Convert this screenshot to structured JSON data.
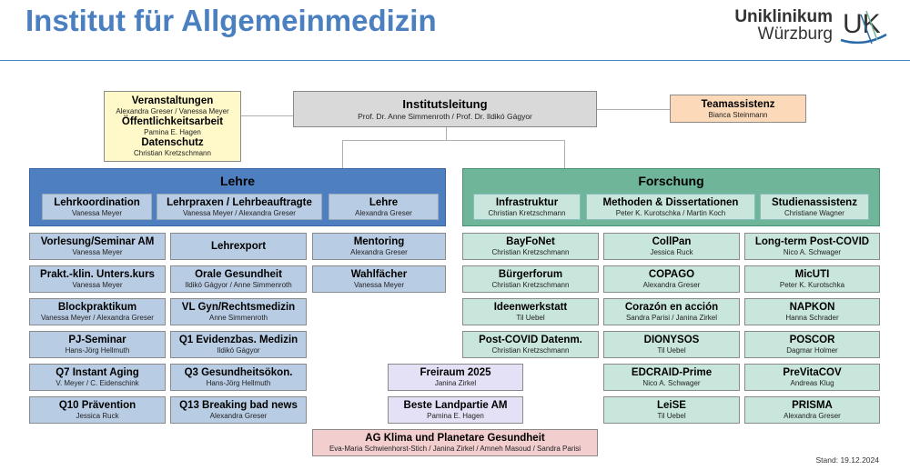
{
  "header": {
    "title": "Institut für Allgemeinmedizin",
    "logo_line1": "Uniklinikum",
    "logo_line2": "Würzburg",
    "logo_mark": "UK"
  },
  "left_top": {
    "items": [
      {
        "title": "Veranstaltungen",
        "names": "Alexandra Greser / Vanessa Meyer"
      },
      {
        "title": "Öffentlichkeitsarbeit",
        "names": "Pamina E. Hagen"
      },
      {
        "title": "Datenschutz",
        "names": "Christian Kretzschmann"
      }
    ]
  },
  "leitung": {
    "title": "Institutsleitung",
    "names": "Prof. Dr. Anne Simmenroth / Prof. Dr. Ildikó Gágyor"
  },
  "team": {
    "title": "Teamassistenz",
    "names": "Bianca Steinmann"
  },
  "lehre": {
    "title": "Lehre",
    "subs": [
      {
        "title": "Lehrkoordination",
        "names": "Vanessa Meyer"
      },
      {
        "title": "Lehrpraxen / Lehrbeauftragte",
        "names": "Vanessa Meyer / Alexandra Greser"
      },
      {
        "title": "Lehre",
        "names": "Alexandra Greser"
      }
    ],
    "col1": [
      {
        "title": "Vorlesung/Seminar AM",
        "names": "Vanessa Meyer"
      },
      {
        "title": "Prakt.-klin. Unters.kurs",
        "names": "Vanessa Meyer"
      },
      {
        "title": "Blockpraktikum",
        "names": "Vanessa Meyer / Alexandra Greser"
      },
      {
        "title": "PJ-Seminar",
        "names": "Hans-Jörg Hellmuth"
      },
      {
        "title": "Q7 Instant Aging",
        "names": "V. Meyer / C. Eidenschink"
      },
      {
        "title": "Q10 Prävention",
        "names": "Jessica Ruck"
      }
    ],
    "col2": [
      {
        "title": "Lehrexport",
        "names": ""
      },
      {
        "title": "Orale Gesundheit",
        "names": "Ildikó Gágyor / Anne Simmenroth"
      },
      {
        "title": "VL Gyn/Rechtsmedizin",
        "names": "Anne Simmenroth"
      },
      {
        "title": "Q1 Evidenzbas. Medizin",
        "names": "Ildikó Gágyor"
      },
      {
        "title": "Q3 Gesundheitsökon.",
        "names": "Hans-Jörg Hellmuth"
      },
      {
        "title": "Q13 Breaking bad news",
        "names": "Alexandra Greser"
      }
    ],
    "col3": [
      {
        "title": "Mentoring",
        "names": "Alexandra Greser"
      },
      {
        "title": "Wahlfächer",
        "names": "Vanessa Meyer"
      }
    ]
  },
  "forschung": {
    "title": "Forschung",
    "subs": [
      {
        "title": "Infrastruktur",
        "names": "Christian Kretzschmann"
      },
      {
        "title": "Methoden & Dissertationen",
        "names": "Peter K. Kurotschka / Martin Koch"
      },
      {
        "title": "Studienassistenz",
        "names": "Christiane Wagner"
      }
    ],
    "col1": [
      {
        "title": "BayFoNet",
        "names": "Christian Kretzschmann"
      },
      {
        "title": "Bürgerforum",
        "names": "Christian Kretzschmann"
      },
      {
        "title": "Ideenwerkstatt",
        "names": "Til Uebel"
      },
      {
        "title": "Post-COVID Datenm.",
        "names": "Christian Kretzschmann"
      }
    ],
    "col2": [
      {
        "title": "CollPan",
        "names": "Jessica Ruck"
      },
      {
        "title": "COPAGO",
        "names": "Alexandra Greser"
      },
      {
        "title": "Corazón en acción",
        "names": "Sandra Parisi / Janina Zirkel"
      },
      {
        "title": "DIONYSOS",
        "names": "Til Uebel"
      },
      {
        "title": "EDCRAID-Prime",
        "names": "Nico A. Schwager"
      },
      {
        "title": "LeiSE",
        "names": "Til Uebel"
      }
    ],
    "col3": [
      {
        "title": "Long-term Post-COVID",
        "names": "Nico A. Schwager"
      },
      {
        "title": "MicUTI",
        "names": "Peter K. Kurotschka"
      },
      {
        "title": "NAPKON",
        "names": "Hanna Schrader"
      },
      {
        "title": "POSCOR",
        "names": "Dagmar Holmer"
      },
      {
        "title": "PreVitaCOV",
        "names": "Andreas Klug"
      },
      {
        "title": "PRISMA",
        "names": "Alexandra Greser"
      }
    ]
  },
  "middle": [
    {
      "title": "Freiraum 2025",
      "names": "Janina Zirkel"
    },
    {
      "title": "Beste Landpartie AM",
      "names": "Pamina E. Hagen"
    }
  ],
  "ag": {
    "title": "AG Klima und Planetare Gesundheit",
    "names": "Eva-Maria Schwienhorst-Stich / Janina Zirkel / Amneh Masoud / Sandra Parisi"
  },
  "footer": {
    "stand": "Stand: 19.12.2024"
  }
}
